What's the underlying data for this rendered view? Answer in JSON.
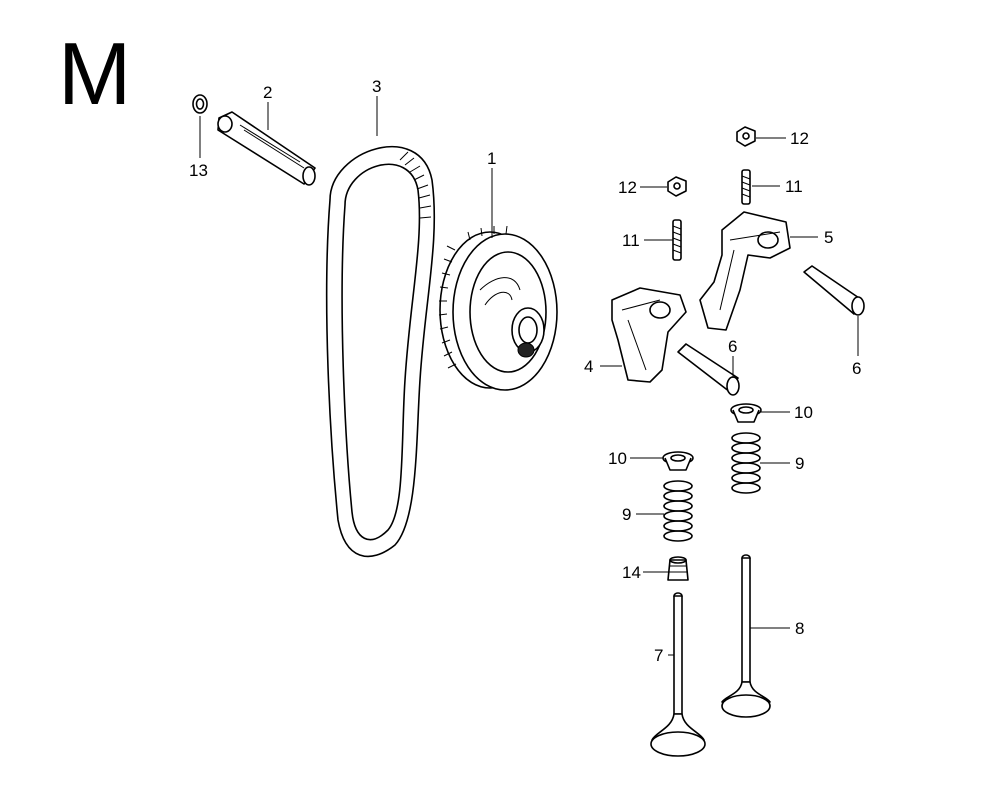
{
  "diagram": {
    "sheet_letter": "M",
    "callouts": {
      "c1": "1",
      "c2": "2",
      "c3": "3",
      "c4": "4",
      "c5": "5",
      "c6a": "6",
      "c6b": "6",
      "c7": "7",
      "c8": "8",
      "c9a": "9",
      "c9b": "9",
      "c10a": "10",
      "c10b": "10",
      "c11a": "11",
      "c11b": "11",
      "c12a": "12",
      "c12b": "12",
      "c13": "13",
      "c14": "14"
    }
  }
}
